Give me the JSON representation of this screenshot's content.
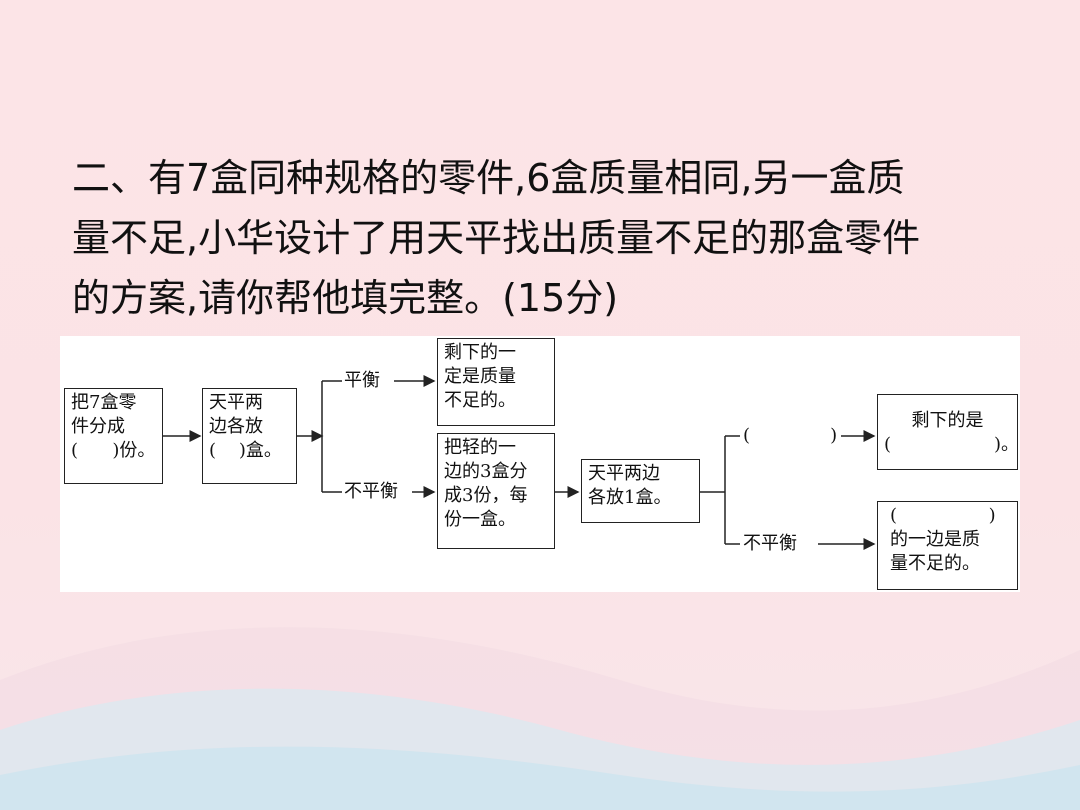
{
  "question": {
    "line1": "二、有7盒同种规格的零件,6盒质量相同,另一盒质",
    "line2": "量不足,小华设计了用天平找出质量不足的那盒零件",
    "line3": "的方案,请你帮他填完整。(15分)"
  },
  "flowchart": {
    "box_split": [
      "把7盒零",
      "件分成",
      "(      )份。"
    ],
    "box_weigh": [
      "天平两",
      "边各放",
      "(    )盒。"
    ],
    "branch_balanced_label": "平衡",
    "branch_unbalanced_label": "不平衡",
    "box_remaining": [
      "剩下的一",
      "定是质量",
      "不足的。"
    ],
    "box_split_light": [
      "把轻的一",
      "边的3盒分",
      "成3份，每",
      "份一盒。"
    ],
    "box_weigh_one": [
      "天平两边",
      "各放1盒。"
    ],
    "branch2_top_label": "(              )",
    "branch2_bottom_label": "不平衡",
    "box_result_top": [
      "剩下的是",
      "(                  )。"
    ],
    "box_result_bottom": [
      "(                )",
      "的一边是质",
      "量不足的。"
    ]
  },
  "colors": {
    "background": "#fce4e7",
    "wave": "#d6e8ef",
    "text": "#111111"
  }
}
